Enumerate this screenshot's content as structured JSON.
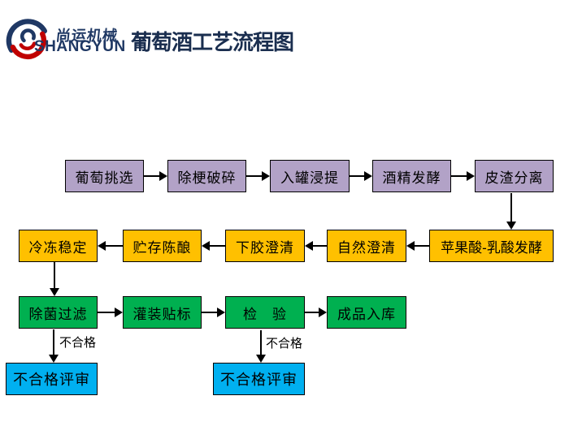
{
  "logo": {
    "company_name_cn": "尚运机械",
    "company_name_en": "SHANGYUN",
    "mark_colors": {
      "navy": "#1F3864",
      "red": "#C00000"
    }
  },
  "title": "葡萄酒工艺流程图",
  "flow": {
    "row1": [
      "葡萄挑选",
      "除梗破碎",
      "入罐浸提",
      "酒精发酵",
      "皮渣分离"
    ],
    "row2": [
      "冷冻稳定",
      "贮存陈酿",
      "下胶澄清",
      "自然澄清",
      "苹果酸-乳酸发酵"
    ],
    "row3": [
      "除菌过滤",
      "灌装贴标",
      "检　验",
      "成品入库"
    ],
    "reject_review_label": "不合格评审",
    "reject_edge_label": "不合格"
  },
  "colors": {
    "row1_fill": "#B2A2C7",
    "row2_fill": "#FFC000",
    "row3_fill": "#00B050",
    "reject_fill": "#00B0F0",
    "title_color": "#1A2E4F",
    "arrow_color": "#000000"
  }
}
